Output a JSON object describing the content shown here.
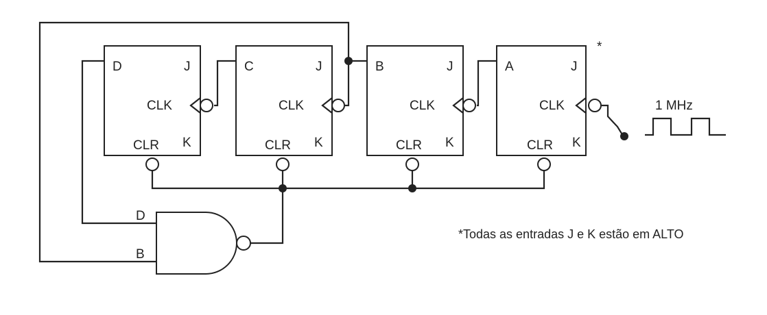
{
  "flip_flops": [
    {
      "name": "D",
      "j": "J",
      "k": "K",
      "clk": "CLK",
      "clr": "CLR"
    },
    {
      "name": "C",
      "j": "J",
      "k": "K",
      "clk": "CLK",
      "clr": "CLR"
    },
    {
      "name": "B",
      "j": "J",
      "k": "K",
      "clk": "CLK",
      "clr": "CLR"
    },
    {
      "name": "A",
      "j": "J",
      "k": "K",
      "clk": "CLK",
      "clr": "CLR"
    }
  ],
  "asterisk": "*",
  "clock_label": "1 MHz",
  "nand_inputs": [
    "D",
    "B"
  ],
  "note": "*Todas as entradas J e K estão em ALTO"
}
